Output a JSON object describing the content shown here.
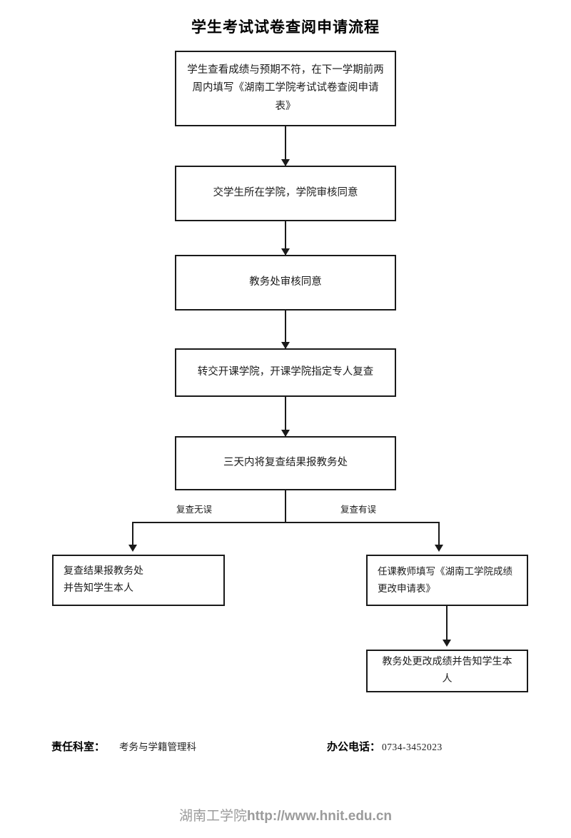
{
  "document": {
    "title": "学生考试试卷查阅申请流程"
  },
  "flowchart": {
    "type": "flowchart",
    "orientation": "top-to-bottom",
    "nodes": [
      {
        "id": "apply",
        "label": "学生查看成绩与预期不符，在下一学期前两周内填写《湖南工学院考试试卷查阅申请表》"
      },
      {
        "id": "college",
        "label": "交学生所在学院，学院审核同意"
      },
      {
        "id": "academic",
        "label": "教务处审核同意"
      },
      {
        "id": "recheck",
        "label": "转交开课学院，开课学院指定专人复查"
      },
      {
        "id": "report",
        "label": "三天内将复查结果报教务处"
      },
      {
        "id": "noerror",
        "label": "复查结果报教务处\n并告知学生本人",
        "line1": "复查结果报教务处",
        "line2": "并告知学生本人"
      },
      {
        "id": "teacher",
        "label": "任课教师填写《湖南工学院成绩更改申请表》"
      },
      {
        "id": "update",
        "label": "教务处更改成绩并告知学生本人"
      }
    ],
    "branch_labels": {
      "left": "复查无误",
      "right": "复查有误"
    }
  },
  "footer": {
    "department_label": "责任科室：",
    "department_value": "考务与学籍管理科",
    "phone_label": "办公电话：",
    "phone_value": "0734-3452023"
  },
  "watermark": {
    "institution": "湖南工学院",
    "url": "http://www.hnit.edu.cn"
  },
  "colors": {
    "box_border": "#1a1a1a",
    "text": "#1c1c1c",
    "watermark": "#9b9b9b",
    "background": "#ffffff"
  }
}
